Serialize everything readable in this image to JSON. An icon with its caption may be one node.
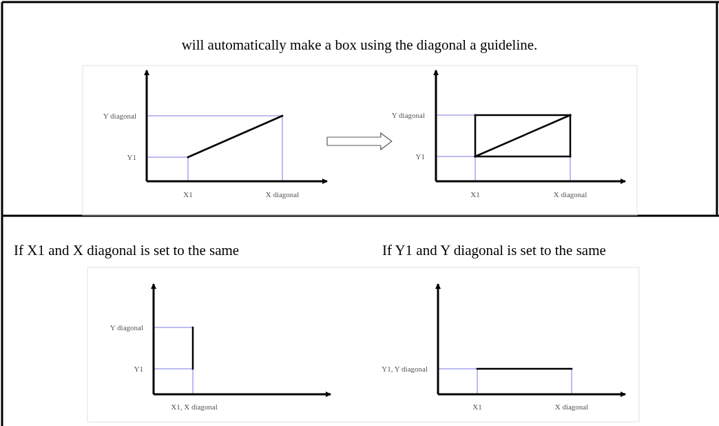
{
  "diagram": {
    "title": "will automatically make a box using the diagonal a guideline.",
    "nodes": [
      {
        "text": [],
        "shape": "picture"
      },
      {
        "text": [],
        "shape": "picture"
      },
      {
        "text": [],
        "shape": "picture",
        "beside": [
          "If X1 and X diagonal is set to the same"
        ]
      },
      {
        "text": [],
        "shape": "picture",
        "beside": [
          "If Y1 and Y diagonal is set to the same"
        ]
      }
    ],
    "edges": [
      {
        "from": 0,
        "to": 1,
        "arrow": "to"
      }
    ],
    "labels": [
      "Y diagonal",
      "Y1",
      "X1",
      "X diagonal",
      "Y diagonal",
      "Y1",
      "X1",
      "X diagonal",
      "Y diagonal",
      "Y1",
      "X1, X diagonal",
      "Y1, Y diagonal",
      "X1",
      "X diagonal"
    ]
  }
}
